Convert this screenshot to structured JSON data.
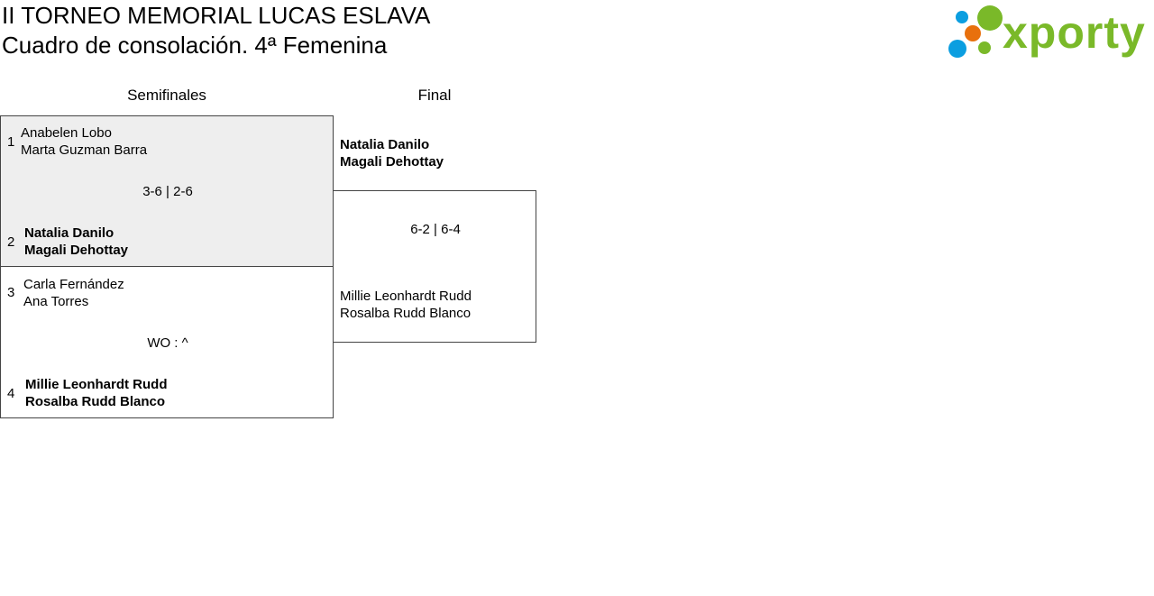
{
  "header": {
    "title": "II TORNEO MEMORIAL LUCAS ESLAVA",
    "subtitle": "Cuadro de consolación. 4ª Femenina",
    "logo_text": "xporty"
  },
  "rounds": [
    "Semifinales",
    "Final"
  ],
  "semifinals": [
    {
      "teams": [
        {
          "seed": "1",
          "p1": "Anabelen Lobo",
          "p2": "Marta Guzman Barra"
        },
        {
          "seed": "2",
          "p1": "Natalia Danilo",
          "p2": "Magali Dehottay"
        }
      ],
      "score": "3-6 | 2-6"
    },
    {
      "teams": [
        {
          "seed": "3",
          "p1": "Carla Fernández",
          "p2": "Ana Torres"
        },
        {
          "seed": "4",
          "p1": "Millie Leonhardt Rudd",
          "p2": "Rosalba Rudd Blanco"
        }
      ],
      "score": "WO : ^"
    }
  ],
  "final": {
    "teams": [
      {
        "p1": "Natalia Danilo",
        "p2": "Magali Dehottay"
      },
      {
        "p1": "Millie Leonhardt Rudd",
        "p2": "Rosalba Rudd Blanco"
      }
    ],
    "score": "6-2 | 6-4"
  },
  "colors": {
    "green": "#7ab929",
    "blue": "#0b9ee0",
    "orange": "#e8700d",
    "match_bg": "#eeeeee"
  }
}
